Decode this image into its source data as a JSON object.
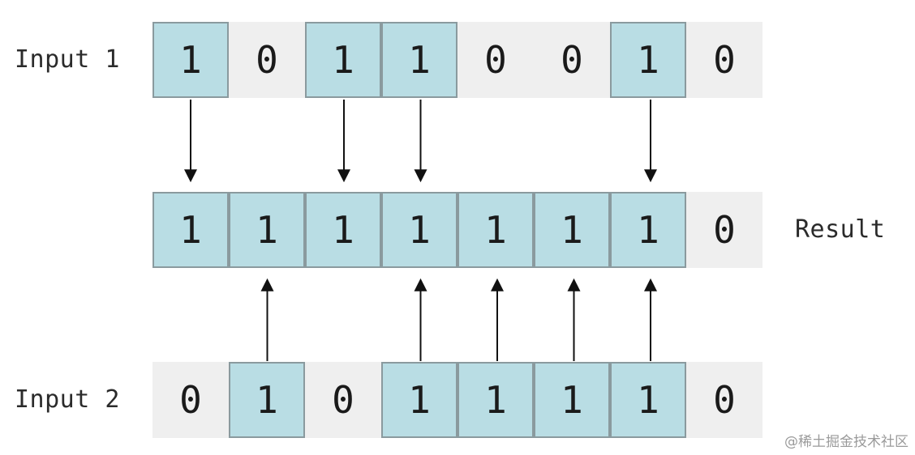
{
  "labels": {
    "input1": "Input 1",
    "input2": "Input 2",
    "result": "Result"
  },
  "rows": {
    "input1": [
      "1",
      "0",
      "1",
      "1",
      "0",
      "0",
      "1",
      "0"
    ],
    "result": [
      "1",
      "1",
      "1",
      "1",
      "1",
      "1",
      "1",
      "0"
    ],
    "input2": [
      "0",
      "1",
      "0",
      "1",
      "1",
      "1",
      "1",
      "0"
    ]
  },
  "colors": {
    "on": "#b9dde4",
    "off": "#efefef",
    "arrow": "#111111"
  },
  "watermark": "@稀土掘金技术社区"
}
